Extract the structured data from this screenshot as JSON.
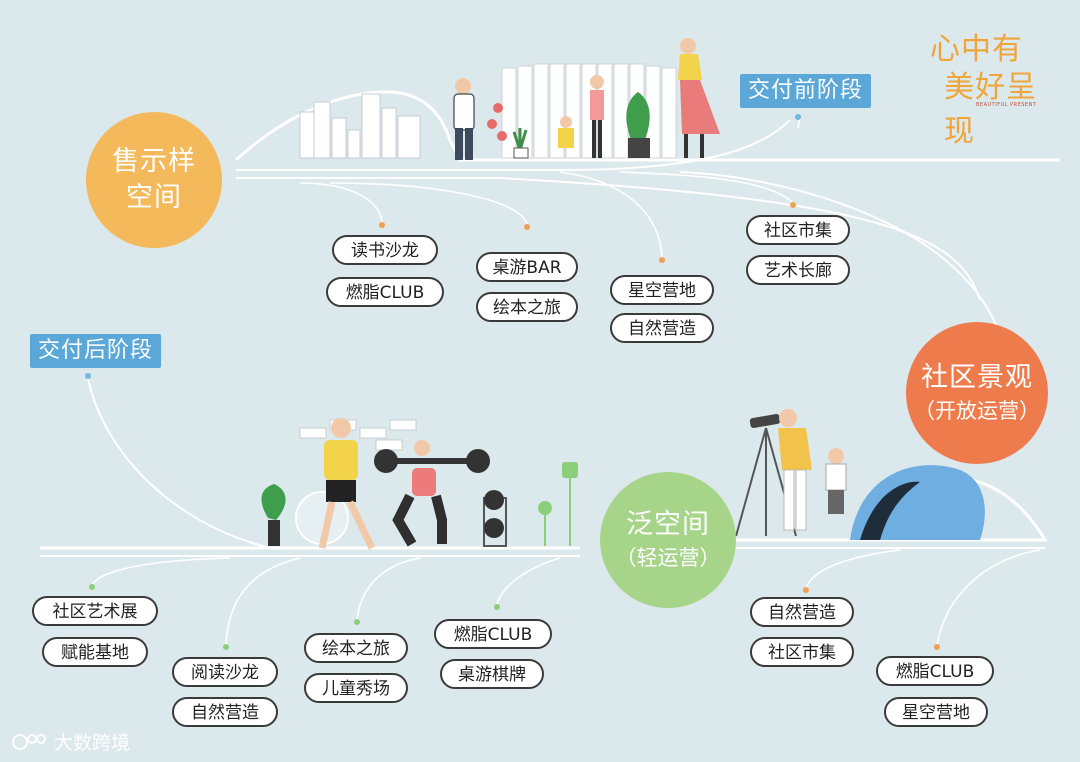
{
  "brand": {
    "line1": "心中有",
    "line2": "美好呈现",
    "tagline": "BEAUTIFUL PRESENT"
  },
  "watermark": "大数跨境",
  "stages": {
    "before": "交付前阶段",
    "after": "交付后阶段"
  },
  "nodes": {
    "sales": {
      "line1": "售示样",
      "line2": "空间",
      "color": "#f4b95a"
    },
    "community": {
      "line1": "社区景观",
      "line2": "（开放运营）",
      "color": "#ee7b4c"
    },
    "pan": {
      "line1": "泛空间",
      "line2": "（轻运营）",
      "color": "#a6d489"
    }
  },
  "pills": {
    "reading_salon": "读书沙龙",
    "fat_burn_1": "燃脂CLUB",
    "board_bar": "桌游BAR",
    "picture_book_1": "绘本之旅",
    "star_camp_1": "星空营地",
    "nature_1": "自然营造",
    "market_1": "社区市集",
    "art_gallery": "艺术长廊",
    "community_art": "社区艺术展",
    "empower_base": "赋能基地",
    "read_salon_2": "阅读沙龙",
    "nature_2": "自然营造",
    "picture_book_2": "绘本之旅",
    "kids_show": "儿童秀场",
    "fat_burn_2": "燃脂CLUB",
    "board_chess": "桌游棋牌",
    "nature_3": "自然营造",
    "market_2": "社区市集",
    "fat_burn_3": "燃脂CLUB",
    "star_camp_2": "星空营地"
  },
  "colors": {
    "background": "#dbe8ec",
    "line": "#ffffff",
    "stage_tag": "#5ba8d8",
    "pill_border": "#3a3a3a"
  }
}
